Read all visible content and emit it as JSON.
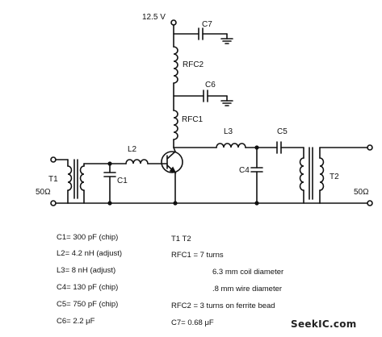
{
  "labels": {
    "supply": "12.5 V",
    "c7": "C7",
    "rfc2": "RFC2",
    "c6": "C6",
    "rfc1": "RFC1",
    "l3": "L3",
    "c5": "C5",
    "l2": "L2",
    "c4": "C4",
    "c1": "C1",
    "t1": "T1",
    "t2": "T2",
    "in_z": "50Ω",
    "out_z": "50Ω"
  },
  "parts_list": [
    "C1= 300 pF (chip)",
    "L2= 4.2 nH (adjust)",
    "L3= 8 nH (adjust)",
    "C4= 130 pF (chip)",
    "C5= 750 pF (chip)",
    "C6= 2.2 μF"
  ],
  "parts_list_right": [
    "T1 T2",
    "RFC1 = 7 turns",
    "6.3 mm coil diameter",
    ".8 mm wire diameter",
    "RFC2 = 3 turns on ferrite bead",
    "C7= 0.68 μF"
  ],
  "watermark": "SeekIC.com"
}
